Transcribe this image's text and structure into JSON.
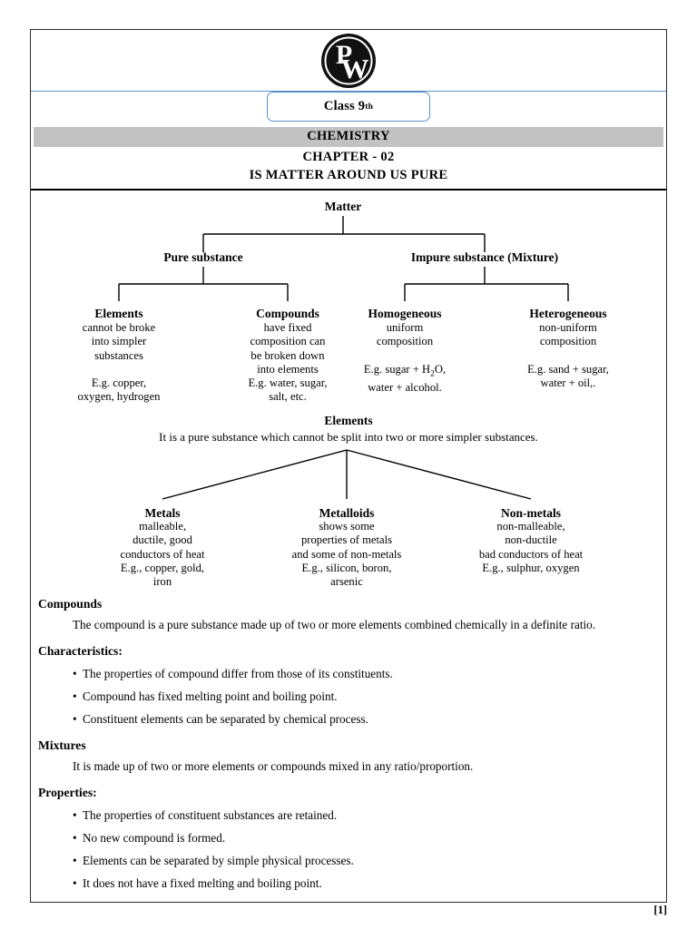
{
  "header": {
    "logo_name": "pw-logo",
    "logo_letters": [
      "P",
      "W"
    ],
    "class_label": "Class 9",
    "class_suffix": "th",
    "subject": "CHEMISTRY",
    "chapter": "CHAPTER - 02",
    "chapter_title": "IS MATTER AROUND US PURE",
    "band_color": "#c2c2c2",
    "accent_color": "#5b8fc9"
  },
  "tree_matter": {
    "root": "Matter",
    "level1": [
      "Pure substance",
      "Impure substance (Mixture)"
    ],
    "level2": [
      "Elements",
      "Compounds",
      "Homogeneous",
      "Heterogeneous"
    ],
    "columns": [
      {
        "heading": "Elements",
        "desc": [
          "cannot be broke",
          "into simpler",
          "substances"
        ],
        "example": [
          "E.g. copper,",
          "oxygen, hydrogen"
        ]
      },
      {
        "heading": "Compounds",
        "desc": [
          "have fixed",
          "composition can",
          "be broken down",
          "into elements"
        ],
        "example": [
          "E.g. water, sugar,",
          "salt, etc."
        ]
      },
      {
        "heading": "Homogeneous",
        "desc": [
          "uniform",
          "composition"
        ],
        "example_pre": "E.g. sugar + H",
        "example_sub": "2",
        "example_post": "O,",
        "example_line2": "water + alcohol."
      },
      {
        "heading": "Heterogeneous",
        "desc": [
          "non-uniform",
          "composition"
        ],
        "example": [
          "E.g. sand + sugar,",
          "water + oil,."
        ]
      }
    ]
  },
  "elements_section": {
    "heading": "Elements",
    "definition": "It is a pure substance which cannot be split into two or more simpler substances.",
    "columns": [
      {
        "heading": "Metals",
        "lines": [
          "malleable,",
          "ductile, good",
          "conductors of heat",
          "E.g., copper, gold,",
          "iron"
        ]
      },
      {
        "heading": "Metalloids",
        "lines": [
          "shows some",
          "properties of metals",
          "and some of non-metals",
          "E.g., silicon, boron,",
          "arsenic"
        ]
      },
      {
        "heading": "Non-metals",
        "lines": [
          "non-malleable,",
          "non-ductile",
          "bad conductors of heat",
          "E.g., sulphur, oxygen"
        ]
      }
    ]
  },
  "compounds_section": {
    "heading": "Compounds",
    "paragraph": "The compound is a pure substance made up of two or more elements combined chemically in a definite ratio.",
    "characteristics_heading": "Characteristics:",
    "characteristics": [
      "The properties of compound differ from those of its constituents.",
      "Compound has fixed melting point and boiling point.",
      "Constituent elements can be separated by chemical process."
    ]
  },
  "mixtures_section": {
    "heading": "Mixtures",
    "paragraph": "It is made up of two or more elements or compounds mixed in any ratio/proportion.",
    "properties_heading": "Properties:",
    "properties": [
      "The properties of constituent substances are retained.",
      "No new compound is formed.",
      "Elements can be separated by simple physical processes.",
      "It does not have a fixed melting and boiling point."
    ]
  },
  "footer": {
    "page_number": "[1]"
  },
  "bullet_glyph": "•"
}
